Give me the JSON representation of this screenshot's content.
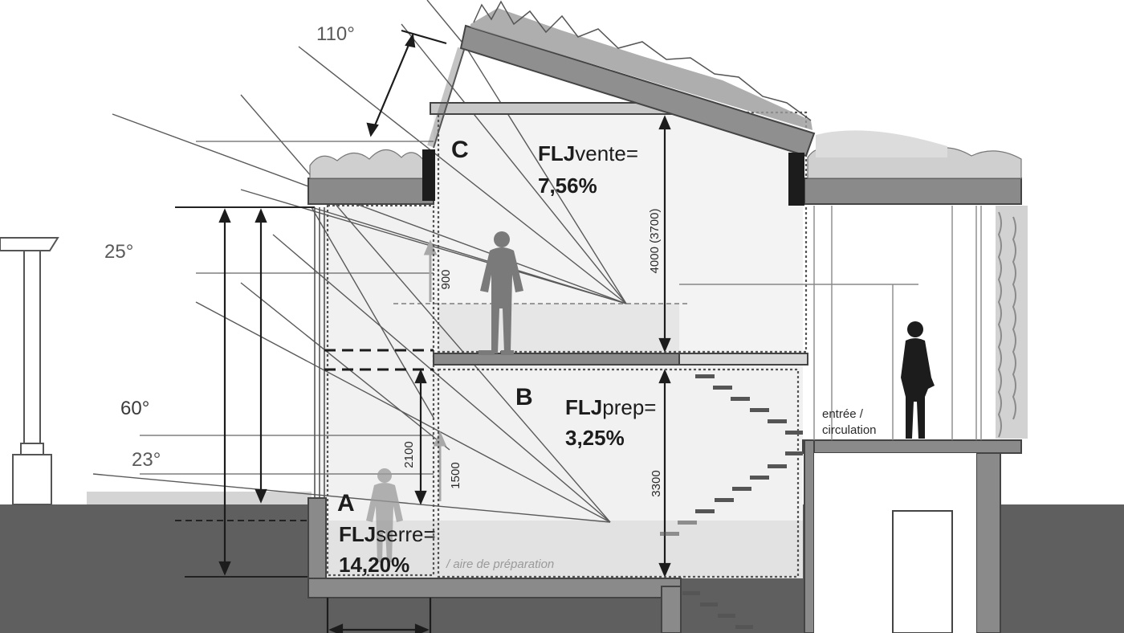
{
  "angles": {
    "a110": "110°",
    "a25": "25°",
    "a60": "60°",
    "a23": "23°"
  },
  "zones": {
    "a": {
      "letter": "A",
      "name": "serre=",
      "value": "14,20%"
    },
    "b": {
      "letter": "B",
      "name": "prep=",
      "value": "3,25%"
    },
    "c": {
      "letter": "C",
      "name": "vente=",
      "value": "7,56%"
    },
    "flj_prefix": "FLJ"
  },
  "dimensions": {
    "d4000": "4000 (3700)",
    "d900": "900",
    "d2100": "2100",
    "d1500": "1500",
    "d3300": "3300"
  },
  "labels": {
    "entree_line1": "entrée /",
    "entree_line2": "circulation",
    "aire": "/ aire de préparation"
  },
  "colors": {
    "ground": "#5f5f5f",
    "structure": "#8a8a8a",
    "glass_fill": "#ececec",
    "line": "#3a3a3a"
  }
}
